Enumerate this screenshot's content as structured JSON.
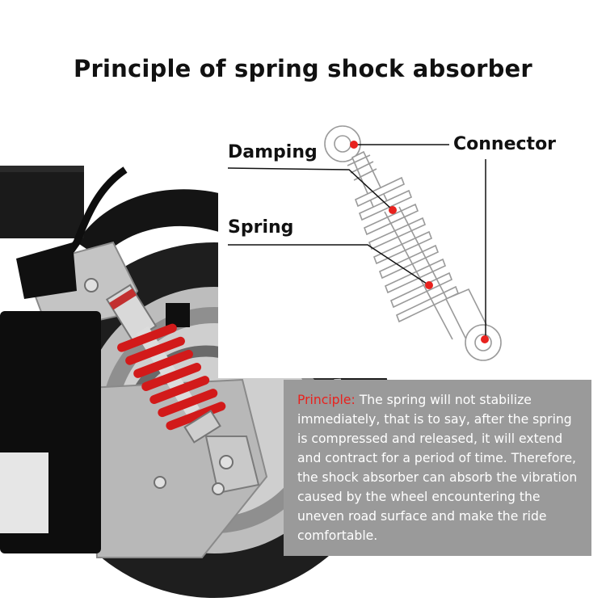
{
  "title": "Principle of spring shock absorber",
  "labels": {
    "damping": "Damping",
    "spring": "Spring",
    "connector": "Connector"
  },
  "principle": {
    "heading": "Principle:",
    "text": " The spring will not stabilize immediately, that is to say, after the spring is compressed and released, it will extend and contract for a period of time. Therefore, the shock absorber can absorb the vibration caused by the wheel encountering the uneven road surface and make the ride comfortable."
  },
  "colors": {
    "marker": "#e8221e",
    "panel": "#9a9a9a",
    "spring_photo": "#d21a1a"
  }
}
